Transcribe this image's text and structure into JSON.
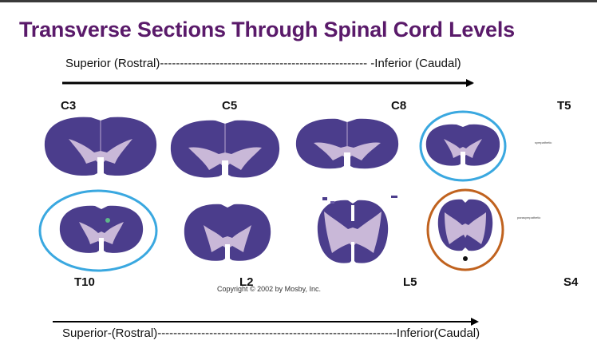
{
  "title": "Transverse Sections Through Spinal Cord Levels",
  "top_direction": "Superior (Rostral)---------------------------------------------------- -Inferior (Caudal)",
  "bottom_direction": "Superior-(Rostral)------------------------------------------------------------Inferior(Caudal)",
  "levels_top": [
    "C3",
    "C5",
    "C8",
    "T5"
  ],
  "levels_bottom": [
    "T10",
    "L2",
    "L5",
    "S4"
  ],
  "copyright": "Copyright © 2002 by Mosby, Inc.",
  "note_sympathetic": "sympathetic",
  "note_parasympathetic": "parasympathetic",
  "colors": {
    "title": "#5a1a6a",
    "tissue": "#4b3d8c",
    "grey_matter": "#c9b8d8",
    "circle_blue": "#3aa8e0",
    "circle_orange": "#c0621e"
  }
}
